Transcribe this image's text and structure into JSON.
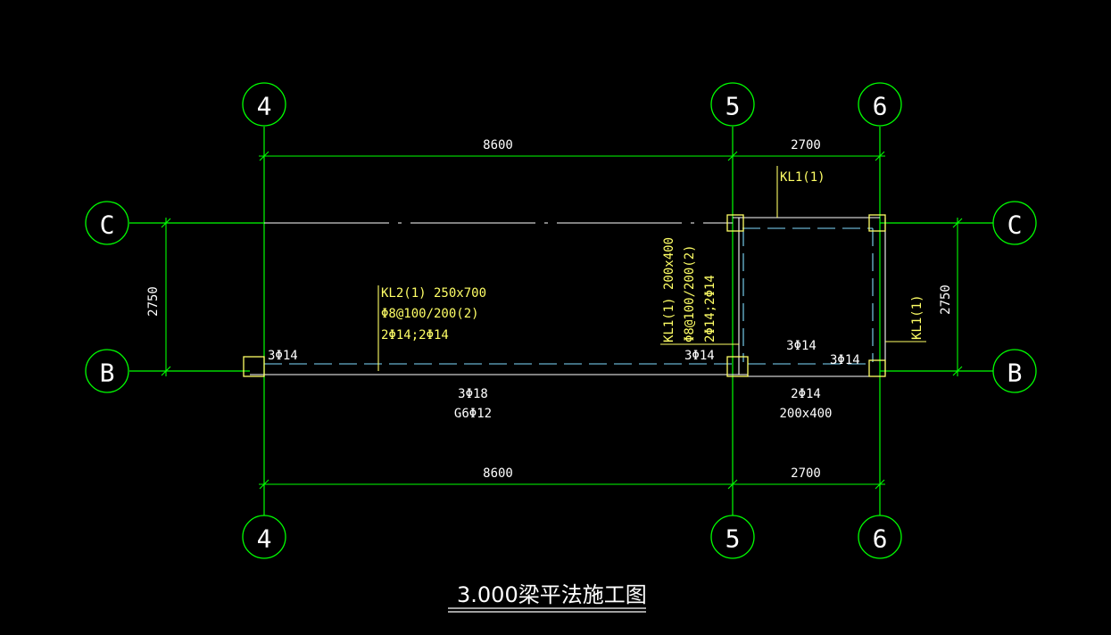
{
  "axes": {
    "vertical": [
      {
        "label": "4"
      },
      {
        "label": "5"
      },
      {
        "label": "6"
      }
    ],
    "horizontal": [
      {
        "label": "C"
      },
      {
        "label": "B"
      }
    ]
  },
  "dimensions": {
    "top_left": "8600",
    "top_right": "2700",
    "bottom_left": "8600",
    "bottom_right": "2700",
    "left": "2750",
    "right": "2750"
  },
  "annotations": {
    "kl2_lines": [
      "KL2(1) 250x700",
      "Φ8@100/200(2)",
      "2Φ14;2Φ14"
    ],
    "kl2_top_left": "3Φ14",
    "kl2_bottom_lines": [
      "3Φ18",
      "G6Φ12"
    ],
    "kl1_top": "KL1(1)",
    "kl1_vertical_lines": [
      "KL1(1) 200x400",
      "Φ8@100/200(2)",
      "2Φ14;2Φ14"
    ],
    "kl1_right": "KL1(1)",
    "support_5": "3Φ14",
    "mid_right": "3Φ14",
    "support_6": "3Φ14",
    "right_bottom_lines": [
      "2Φ14",
      "200x400"
    ]
  },
  "title": "3.000梁平法施工图",
  "colors": {
    "background": "#000000",
    "axis": "#00ff00",
    "beam_dashed": "#7fdcff",
    "column": "#ffff66",
    "text": "#ffffff"
  }
}
